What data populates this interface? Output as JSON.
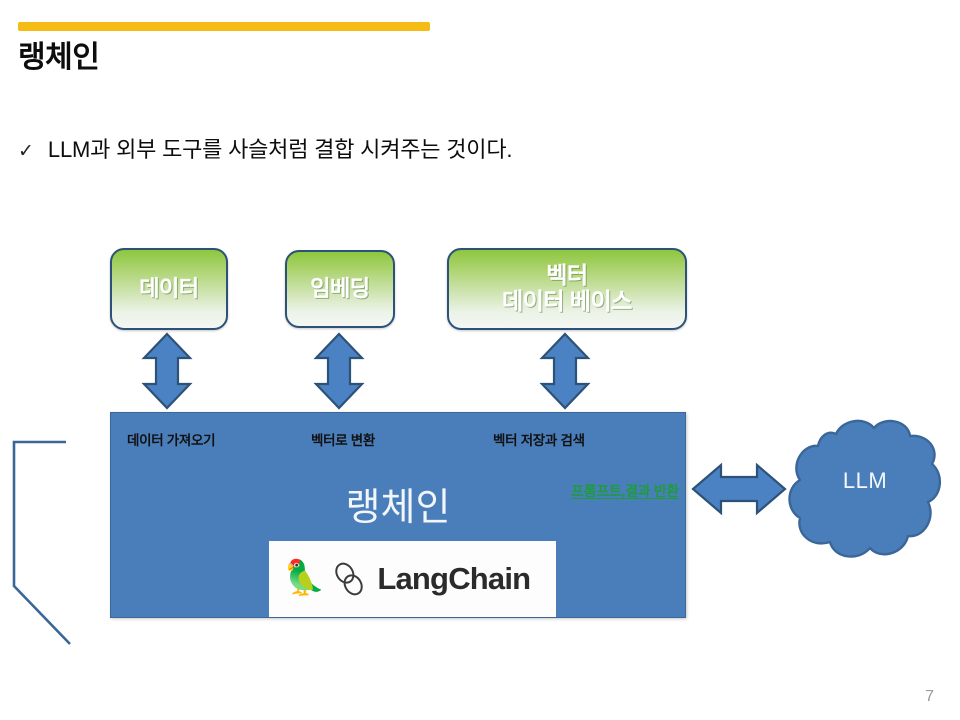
{
  "slide": {
    "title": "랭체인",
    "page_number": "7",
    "accent_color": "#F5BC15",
    "process_box_color": "#4A7EBB",
    "green_box_color": "#8DC63F",
    "prompt_text_color": "#1E9B3E"
  },
  "bullets": [
    {
      "marker": "✓",
      "text": "LLM과 외부 도구를 사슬처럼 결합 시켜주는 것이다."
    }
  ],
  "diagram": {
    "source_boxes": [
      {
        "label": "데이터"
      },
      {
        "label": "임베딩"
      },
      {
        "label": "벡터\n데이터 베이스"
      }
    ],
    "process": {
      "steps": [
        {
          "label": "데이터 가져오기"
        },
        {
          "label": "벡터로 변환"
        },
        {
          "label": "벡터 저장과 검색"
        }
      ],
      "prompt_return_label": "프롬프트,결과 반환",
      "title": "랭체인",
      "logo": {
        "parrot": "🦜",
        "chain_icon": "chain-link-icon",
        "text": "LangChain"
      }
    },
    "external": {
      "label": "LLM"
    },
    "arrows": [
      {
        "name": "data-to-process",
        "direction": "vertical-double"
      },
      {
        "name": "embedding-to-process",
        "direction": "vertical-double"
      },
      {
        "name": "vectordb-to-process",
        "direction": "vertical-double"
      },
      {
        "name": "process-to-llm",
        "direction": "horizontal-double"
      }
    ]
  }
}
